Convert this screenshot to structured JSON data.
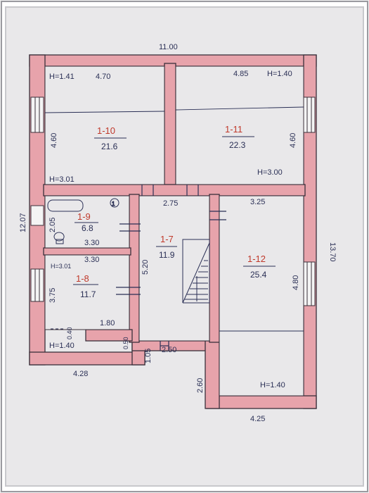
{
  "plan": {
    "overall_width": "11.00",
    "overall_height_left": "12.07",
    "overall_height_right": "13.70",
    "bottom_left_width": "4.28",
    "bottom_right_width": "4.25",
    "stair_opening_width": "2.50",
    "stair_vestibule_depth": "1.05",
    "lower_step_depth": "2.60",
    "small_step": "0.50",
    "rooms": [
      {
        "number": "1-10",
        "area": "21.6",
        "width": "4.70",
        "depth": "4.60",
        "height_top": "H=1.41",
        "height_bottom": "H=3.01"
      },
      {
        "number": "1-11",
        "area": "22.3",
        "width": "4.85",
        "depth": "4.60",
        "height_top": "H=1.40",
        "height_bottom": "H=3.00"
      },
      {
        "number": "1-9",
        "area": "6.8",
        "width": "3.30",
        "depth": "2.05"
      },
      {
        "number": "1-7",
        "area": "11.9",
        "width": "2.75",
        "depth": "5.20"
      },
      {
        "number": "1-12",
        "area": "25.4",
        "width": "3.25",
        "depth": "4.80",
        "height_bottom": "H=1.40"
      },
      {
        "number": "1-8",
        "area": "11.7",
        "width": "3.30",
        "depth": "3.75",
        "width_bottom": "1.80",
        "height_top": "H=3.01",
        "height_bottom": "H=1.40",
        "gap": "0.40"
      }
    ],
    "colors": {
      "wall": "#e7a3ab",
      "wall_outline": "#3a2f3a",
      "paper": "#e9e8ea",
      "ink": "#2a2f55",
      "room_number": "#c0392b"
    }
  }
}
